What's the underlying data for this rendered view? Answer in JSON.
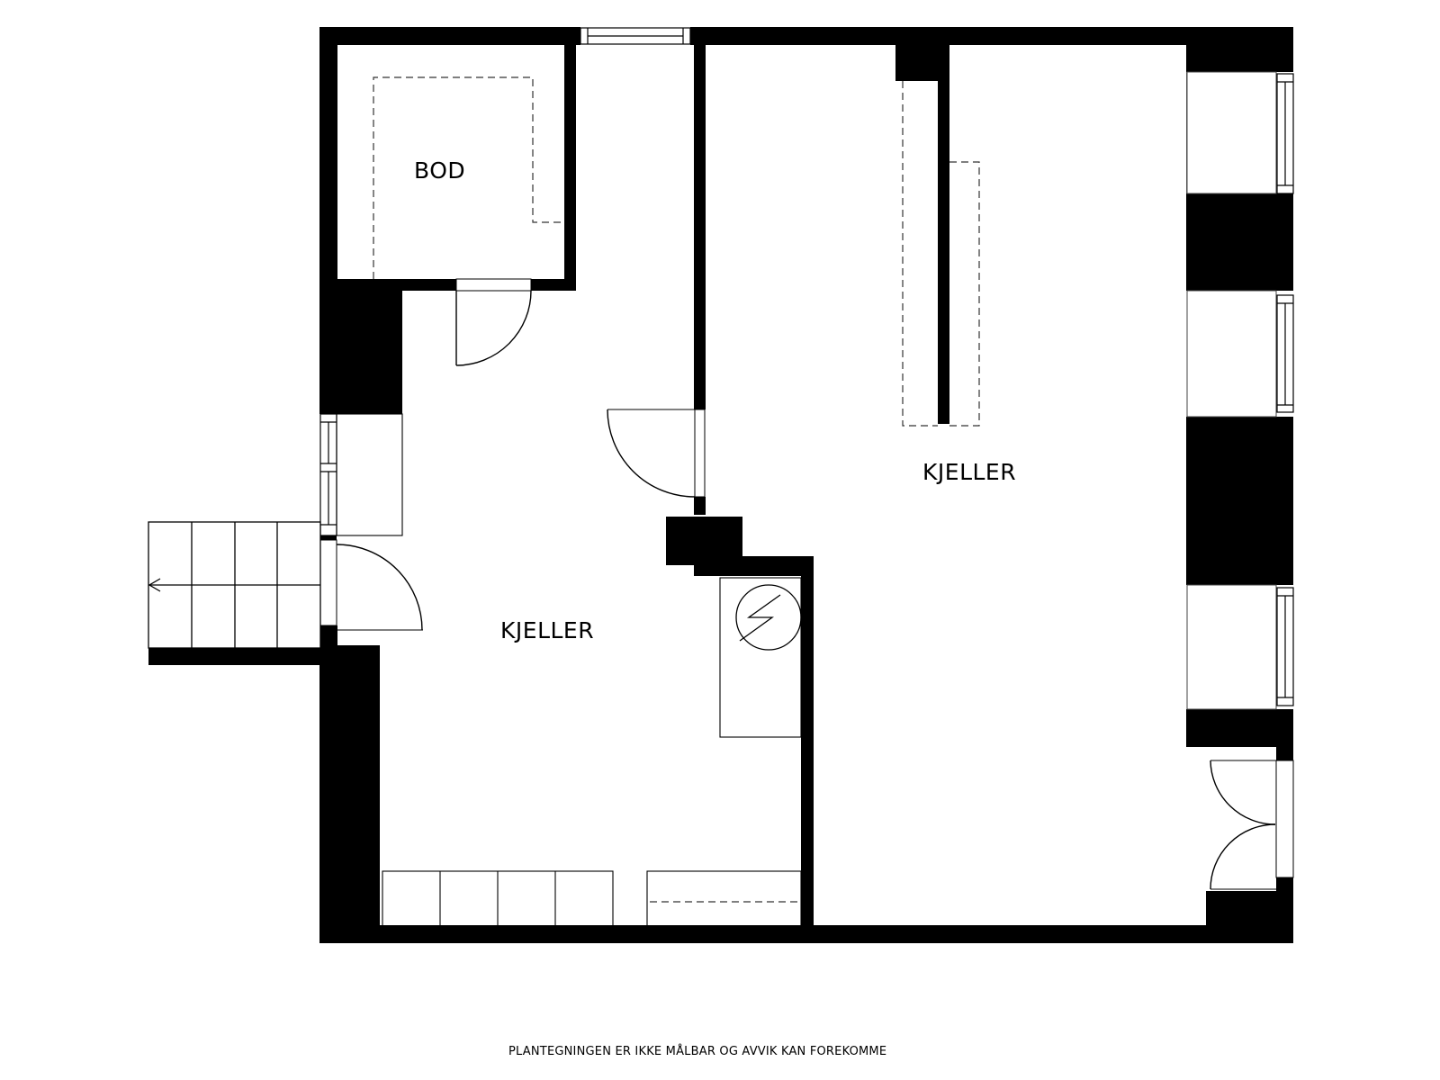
{
  "floorplan": {
    "rooms": [
      {
        "id": "bod",
        "label": "BOD"
      },
      {
        "id": "kjeller-left",
        "label": "KJELLER"
      },
      {
        "id": "kjeller-right",
        "label": "KJELLER"
      }
    ],
    "symbols": [
      {
        "id": "electrical-panel",
        "icon": "lightning-circle-icon"
      },
      {
        "id": "stairs",
        "icon": "arrow-left-icon",
        "direction": "left"
      }
    ],
    "colors": {
      "wall": "#000000",
      "background": "#ffffff",
      "line": "#000000",
      "dashed": "#333333"
    }
  },
  "footer": {
    "disclaimer": "PLANTEGNINGEN ER IKKE MÅLBAR OG AVVIK KAN FOREKOMME"
  }
}
